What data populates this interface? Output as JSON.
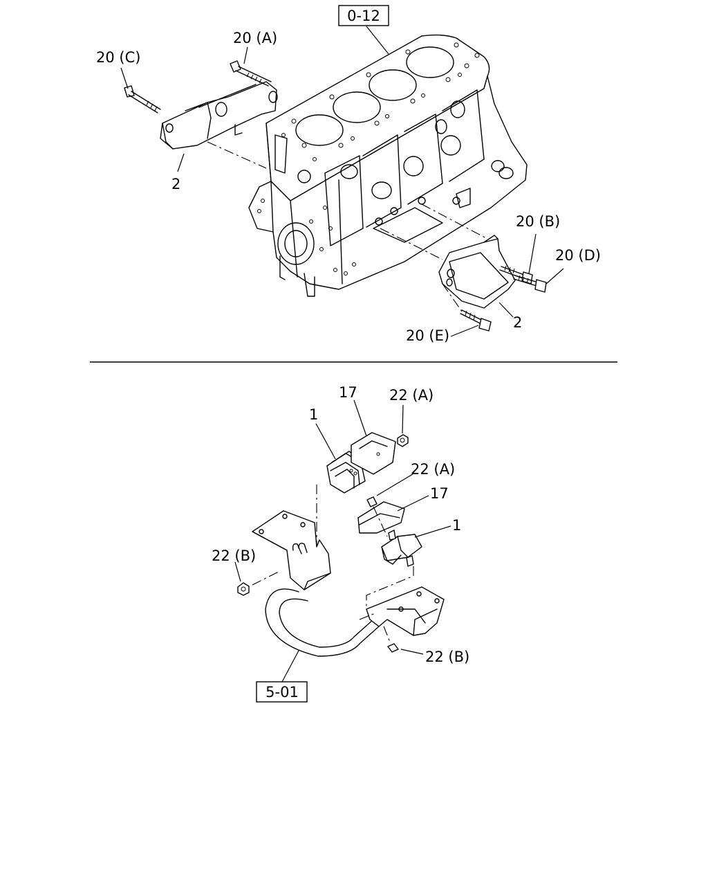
{
  "references": {
    "engine_block": "0-12",
    "frame": "5-01"
  },
  "callouts": {
    "bolt_a": "20 (A)",
    "bolt_b": "20 (B)",
    "bolt_c": "20 (C)",
    "bolt_d": "20 (D)",
    "bolt_e": "20 (E)",
    "bracket_left": "2",
    "bracket_right": "2",
    "mount_left": "1",
    "mount_right": "1",
    "cover_left": "17",
    "cover_right": "17",
    "nut_a_top": "22 (A)",
    "nut_a_mid": "22 (A)",
    "nut_b_left": "22 (B)",
    "nut_b_right": "22 (B)"
  }
}
